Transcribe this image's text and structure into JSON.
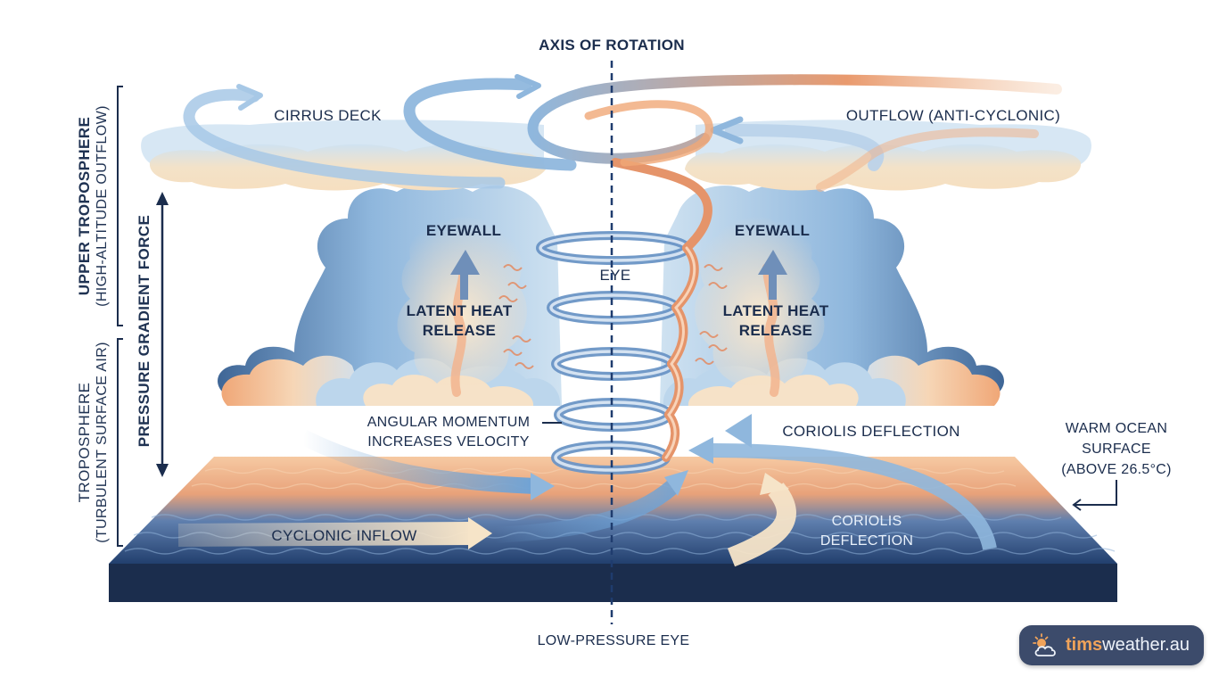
{
  "labels": {
    "axis_top": "AXIS OF ROTATION",
    "axis_bottom": "LOW-PRESSURE EYE",
    "cirrus_deck": "CIRRUS DECK",
    "outflow": "OUTFLOW (ANTI-CYCLONIC)",
    "eyewall_left": "EYEWALL",
    "eyewall_right": "EYEWALL",
    "eye": "EYE",
    "latent_heat_left_1": "LATENT HEAT",
    "latent_heat_left_2": "RELEASE",
    "latent_heat_right_1": "LATENT HEAT",
    "latent_heat_right_2": "RELEASE",
    "angular_1": "ANGULAR MOMENTUM",
    "angular_2": "INCREASES VELOCITY",
    "coriolis_upper": "CORIOLIS DEFLECTION",
    "coriolis_lower_1": "CORIOLIS",
    "coriolis_lower_2": "DEFLECTION",
    "warm_ocean_1": "WARM OCEAN",
    "warm_ocean_2": "SURFACE",
    "warm_ocean_3": "(ABOVE 26.5°C)",
    "cyclonic_inflow": "CYCLONIC INFLOW"
  },
  "side_labels": {
    "upper_main": "UPPER TROPOSPHERE",
    "upper_sub": "(HIGH-ALTITUDE OUTFLOW)",
    "pressure": "PRESSURE GRADIENT FORCE",
    "lower_main": "TROPOSPHERE",
    "lower_sub": "(TURBULENT SURFACE AIR)"
  },
  "logo": {
    "brand_bold": "tims",
    "brand_rest": "weather.au"
  },
  "colors": {
    "navy": "#1b2d4d",
    "ocean_deep": "#1d3a66",
    "ocean_warm": "#f2a978",
    "cloud_blue": "#8fb7dd",
    "cloud_cream": "#f6e4c8",
    "inflow_blue": "#6fa3d6",
    "outflow_orange": "#e99a6e"
  }
}
